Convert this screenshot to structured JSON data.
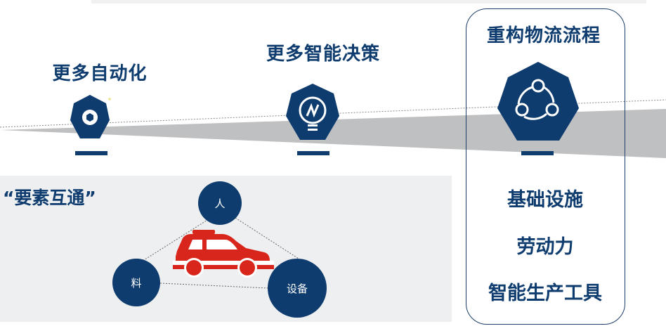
{
  "stages": [
    {
      "title": "更多自动化",
      "icon": "nut-icon"
    },
    {
      "title": "更多智能决策",
      "icon": "lightbulb-icon"
    },
    {
      "title": "重构物流流程",
      "icon": "cycle-icon"
    }
  ],
  "elements": {
    "heading": "“要素互通”",
    "nodes": [
      "人",
      "料",
      "设备"
    ]
  },
  "rebuild_items": [
    "基础设施",
    "劳动力",
    "智能生产工具"
  ],
  "colors": {
    "navy": "#0f3c6e",
    "car": "#d9261c",
    "wedge": "#bfc0c2",
    "panel": "#eeeff1"
  }
}
